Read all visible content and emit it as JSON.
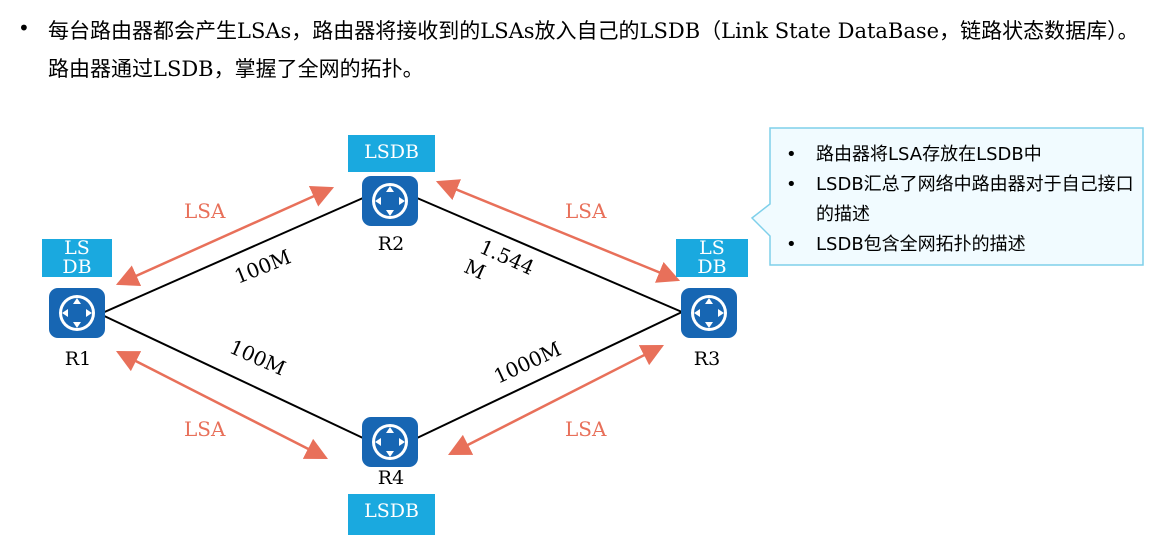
{
  "intro": {
    "bullet": "•",
    "text": "每台路由器都会产生LSAs，路由器将接收到的LSAs放入自己的LSDB（Link State DataBase，链路状态数据库）。路由器通过LSDB，掌握了全网的拓扑。"
  },
  "colors": {
    "router": "#1766b3",
    "lsdb_tag": "#1aa9df",
    "lsa_arrow": "#e8705a",
    "callout_border": "#7fd0ea",
    "callout_fill": "#f1fbff"
  },
  "routers": {
    "r1": {
      "label": "R1",
      "icon": "router-icon"
    },
    "r2": {
      "label": "R2",
      "icon": "router-icon"
    },
    "r3": {
      "label": "R3",
      "icon": "router-icon"
    },
    "r4": {
      "label": "R4",
      "icon": "router-icon"
    }
  },
  "lsdb_tags": {
    "r1": "LSDB",
    "r2": "LSDB",
    "r3": "LSDB",
    "r4": "LSDB"
  },
  "links": {
    "r1_r2": "100M",
    "r2_r3_line1": "1.544",
    "r2_r3_line2": "M",
    "r1_r4": "100M",
    "r4_r3": "1000M"
  },
  "lsa_labels": {
    "top_left": "LSA",
    "top_right": "LSA",
    "bottom_left": "LSA",
    "bottom_right": "LSA"
  },
  "callout": {
    "items": [
      "路由器将LSA存放在LSDB中",
      "LSDB汇总了网络中路由器对于自己接口的描述",
      "LSDB包含全网拓扑的描述"
    ]
  }
}
